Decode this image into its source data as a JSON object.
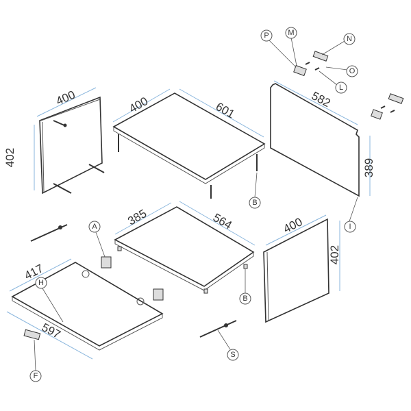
{
  "dimensions": {
    "left_side_width": "400",
    "left_side_height": "402",
    "top_depth": "400",
    "top_width": "601",
    "back_width": "582",
    "back_height": "389",
    "shelf_depth": "385",
    "shelf_width": "564",
    "right_side_width": "400",
    "right_side_height": "402",
    "bottom_depth": "417",
    "bottom_width": "597"
  },
  "callouts": {
    "p": "P",
    "m": "M",
    "n": "N",
    "o": "O",
    "l": "L",
    "b_top": "B",
    "i": "I",
    "a": "A",
    "h": "H",
    "b_shelf": "B",
    "s": "S",
    "f": "F"
  },
  "colors": {
    "dimension_line": "#8ab6dd",
    "outline": "#333333"
  }
}
